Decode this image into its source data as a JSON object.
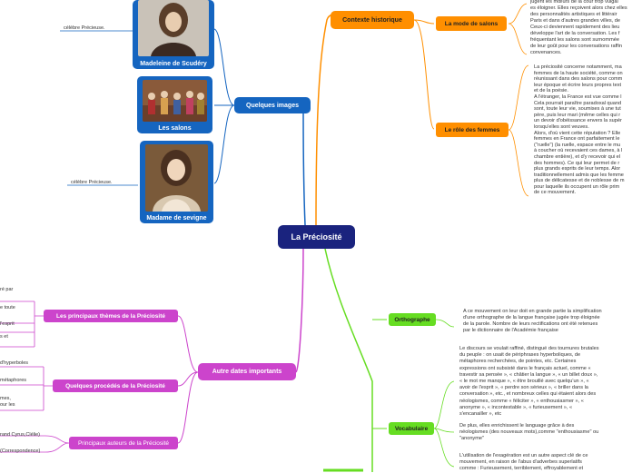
{
  "central": "La Préciosité",
  "branches": {
    "contexte": "Contexte historique",
    "mode": "La mode de salons",
    "role": "Le rôle des femmes",
    "images": "Quelques images",
    "dates": "Autre dates importants",
    "themes": "Les principaux thèmes de la Préciosité",
    "procedes": "Quelques procédés de la Préciosité",
    "auteurs": "Principaux auteurs de la Préciosité",
    "orthographe": "Orthographe",
    "vocabulaire": "Vocabulaire"
  },
  "images": {
    "scudery": "Madeleine de Scudéry",
    "salons": "Les salons",
    "sevigne": "Madame de sevigne",
    "scudery_note": "célèbre Précieuse.",
    "sevigne_note": "célèbre Précieuse."
  },
  "texts": {
    "mode": "jugent les mœurs de la cour trop vulgai\nes éloigner. Elles reçoivent alors chez elles\ndes personnalités artistiques et littérair\nParis et dans d'autres grandes villes, de\nCeux-ci deviennent rapidement des lieu\ndéveloppe l'art de la conversation. Les f\nfréquentant les salons sont surnommée\nde leur goût pour les conversations raffin\nconvenances.",
    "role": "La préciosité concerne notamment, ma\nfemmes de la haute société, comme on\nréunissant dans des salons pour comm\nleur époque et écrire leurs propres text\net de la poésie.\nA l'étranger, la France est vue comme l\nCela pourrait paraître paradoxal quand\nsont, toute leur vie, soumises à une tut\npère, puis leur mari (même celles qui r\nun devoir d'obéissance envers la supér\nlorsqu'elles sont veuves.\nAlors, d'où vient cette réputation ? Elle\nfemmes en France ont parfaitement le\n(\"ruelle\") (la ruelle, espace entre le mu\nà coucher où recevaient ces dames, à l\nchambre entière), et d'y recevoir qui el\ndes hommes). Ce qui leur permet de r\nplus grands esprits de leur temps. Alor\ntraditionnellement admis que les femme\nplus de délicatesse et de noblesse de m\npour laquelle ils occupent un rôle prim\nde ce mouvement.",
    "orthographe": "A ce mouvement on leur doit en grande partie la simplification\nd'une orthographe de la langue française jugée trop éloignée\nde la parole. Nombre de leurs rectifications ont été retenues\npar le dictionnaire de l'Académie française",
    "vocab1": "Le discours se voulait raffiné, distingué des tournures brutales\ndu peuple : on usait de périphrases hyperboliques, de\nmétaphores recherchées, de pointes, etc. Certaines\nexpressions ont subsisté dans le français actuel, comme «\ntravestir sa pensée », « châtier la langue », « un billet doux »,\n« le mot me manque », « être brouillé avec quelqu'un », «\navoir de l'esprit », « perdre son sérieux », « briller dans la\nconversation », etc., et nombreux celles qui étaient alors des\nnéologismes, comme « féliciter », « enthousiasmer », «\nanonyme », « incontestable », « furieusement », «\ns'encanailler », etc",
    "vocab2": "De plus, elles enrichissent le language grâce à des\nnéologismes (des nouveaux mots),comme \"enthousiasme\" ou\n\"anonyme\"",
    "vocab3": "L'utilisation de l'exagération est un autre aspect clé de ce\nmouvement, en raison de l'abus d'adverbes superlatifs\ncomme : Furieusement, terriblement, effroyablement et",
    "left": [
      "ré par",
      "e toute",
      "l'esprit",
      "s et",
      "d'hyperboles",
      "métaphores",
      "mes,\nour les",
      "rand Cyrus,Clélie)",
      "(Correspondence)"
    ]
  },
  "colors": {
    "central": "#1a237e",
    "orange": "#ff8f00",
    "blue": "#1565c0",
    "purple": "#cc44cc",
    "green": "#66dd22"
  }
}
